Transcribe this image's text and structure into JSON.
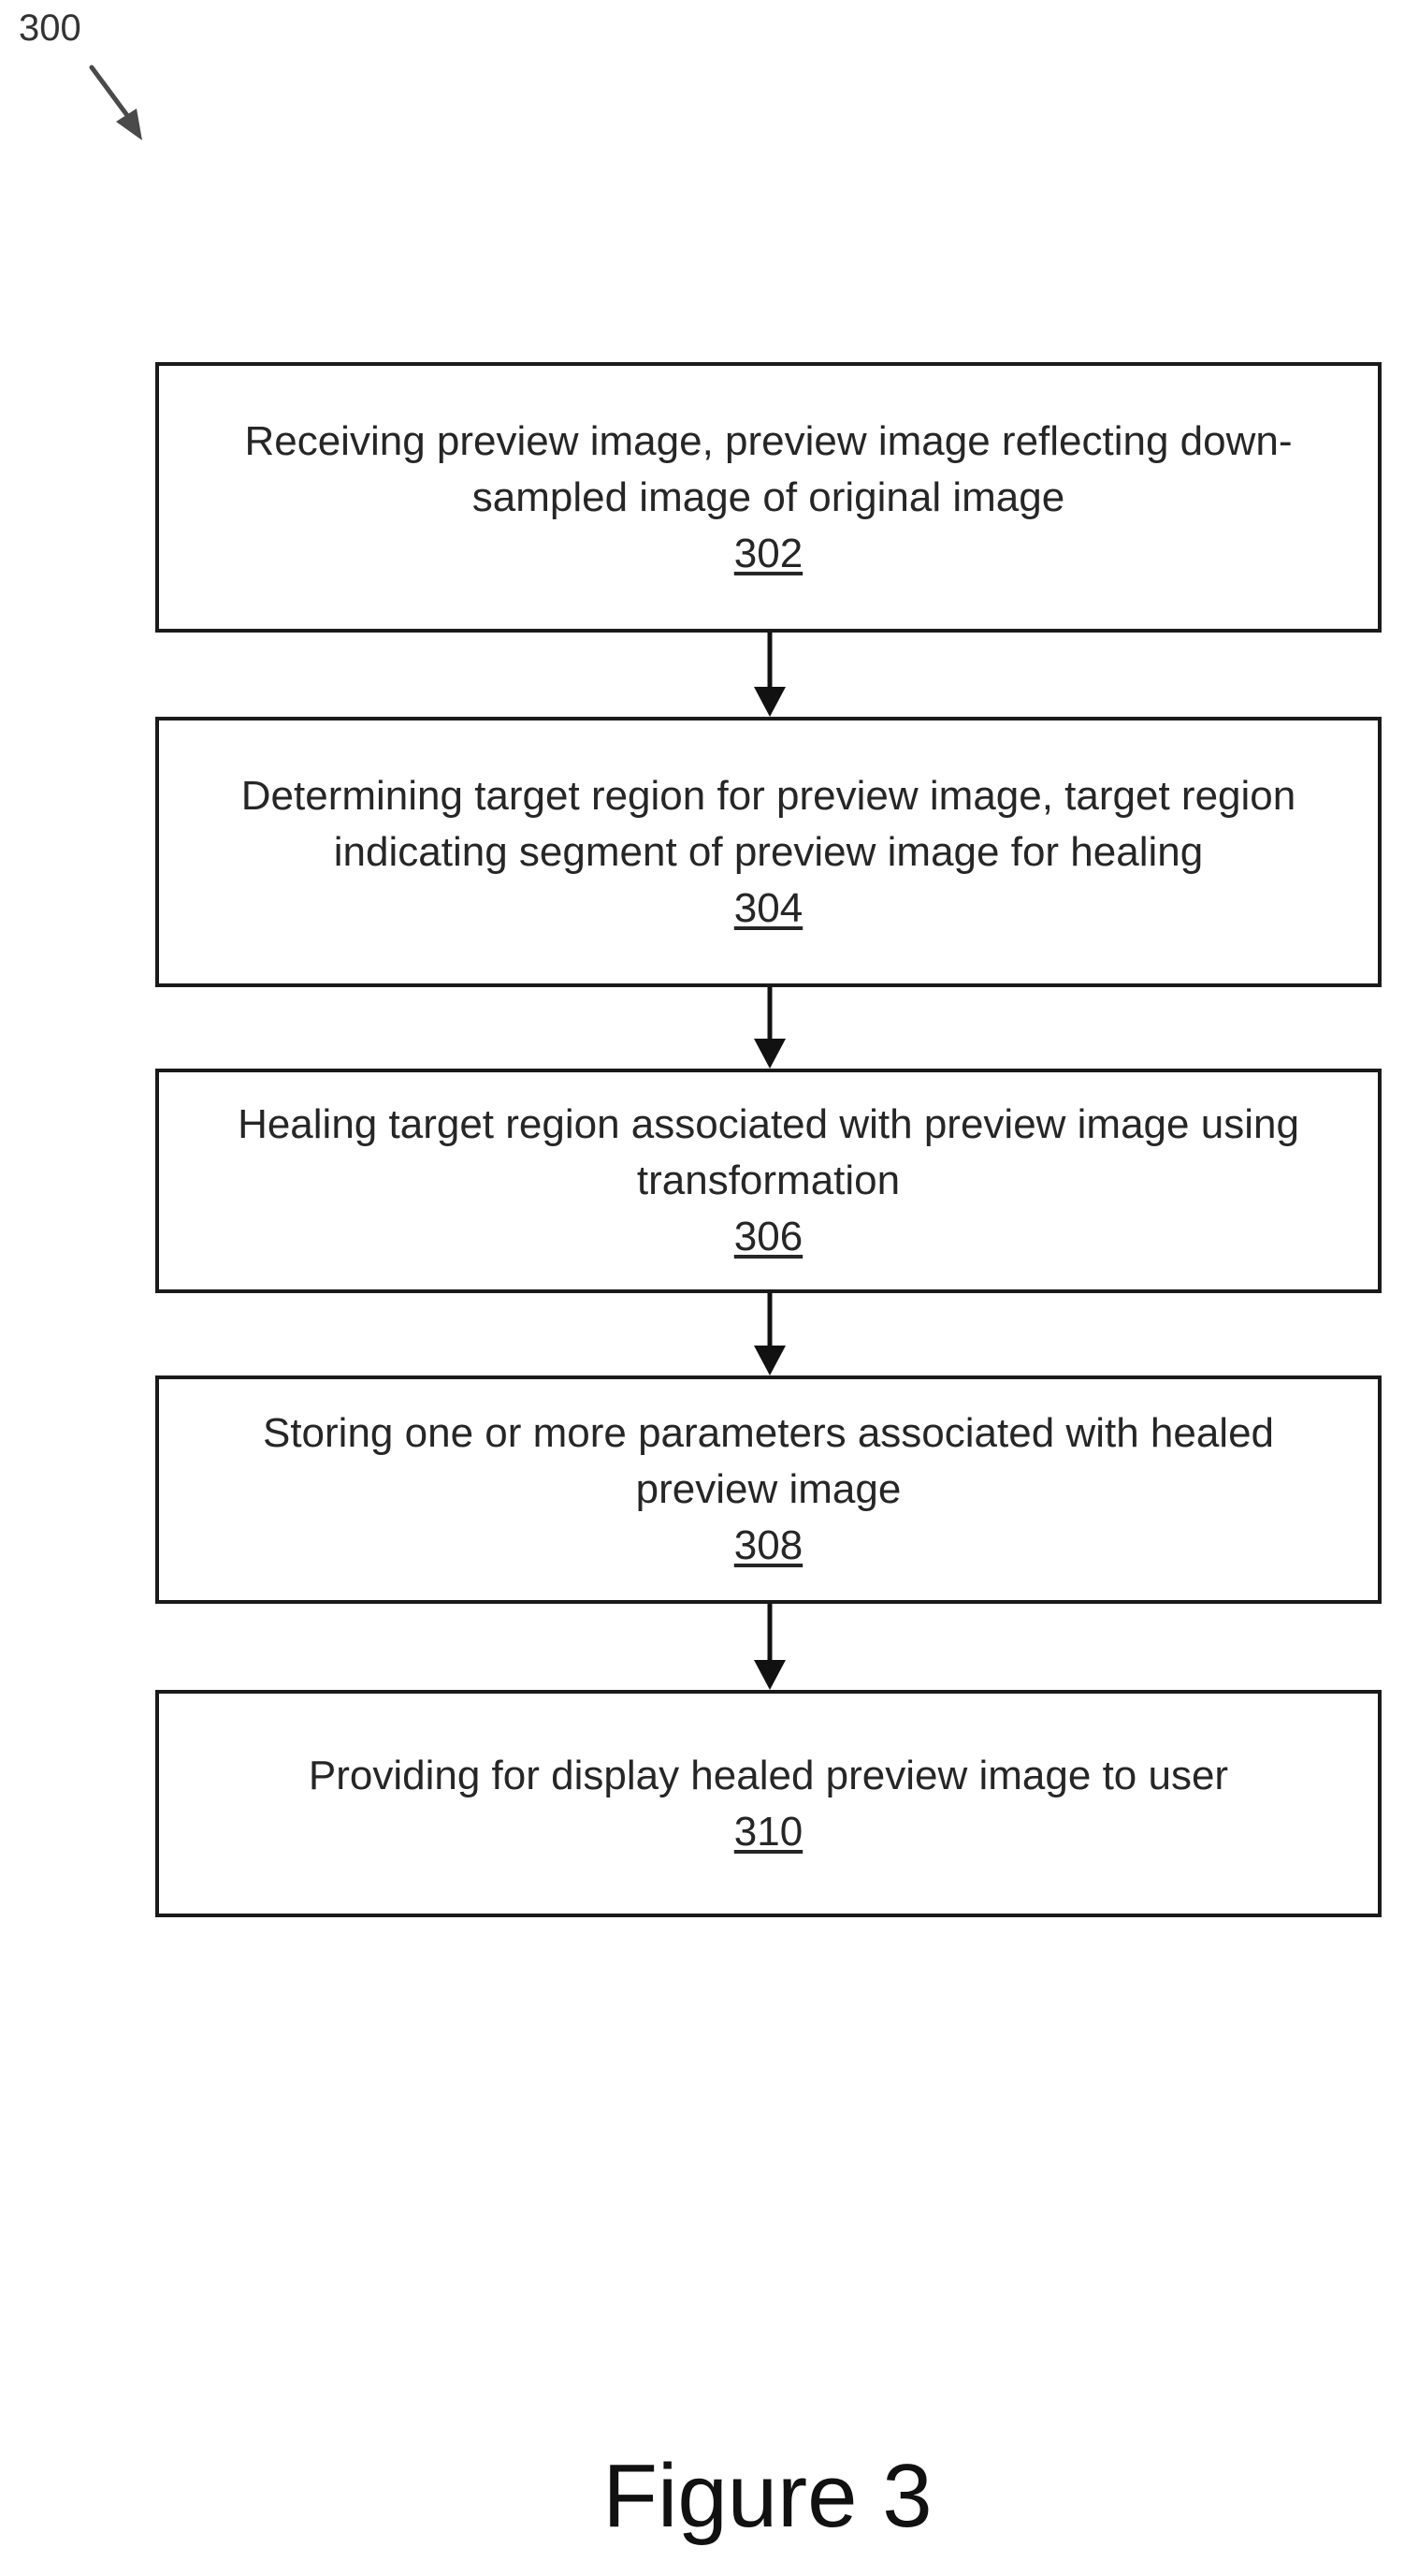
{
  "diagram": {
    "ref_number": "300",
    "figure_caption": "Figure 3",
    "steps": [
      {
        "text": "Receiving preview image, preview image reflecting down-sampled image of original image",
        "number": "302"
      },
      {
        "text": "Determining target region for preview image, target region indicating segment of preview image for healing",
        "number": "304"
      },
      {
        "text": "Healing target region associated with preview image using transformation",
        "number": "306"
      },
      {
        "text": "Storing one or more parameters associated with healed preview image",
        "number": "308"
      },
      {
        "text": "Providing for display healed preview image to user",
        "number": "310"
      }
    ],
    "colors": {
      "box_border": "#1a1a1a",
      "arrow": "#111111",
      "ref_arrow": "#4a4a4a"
    }
  }
}
